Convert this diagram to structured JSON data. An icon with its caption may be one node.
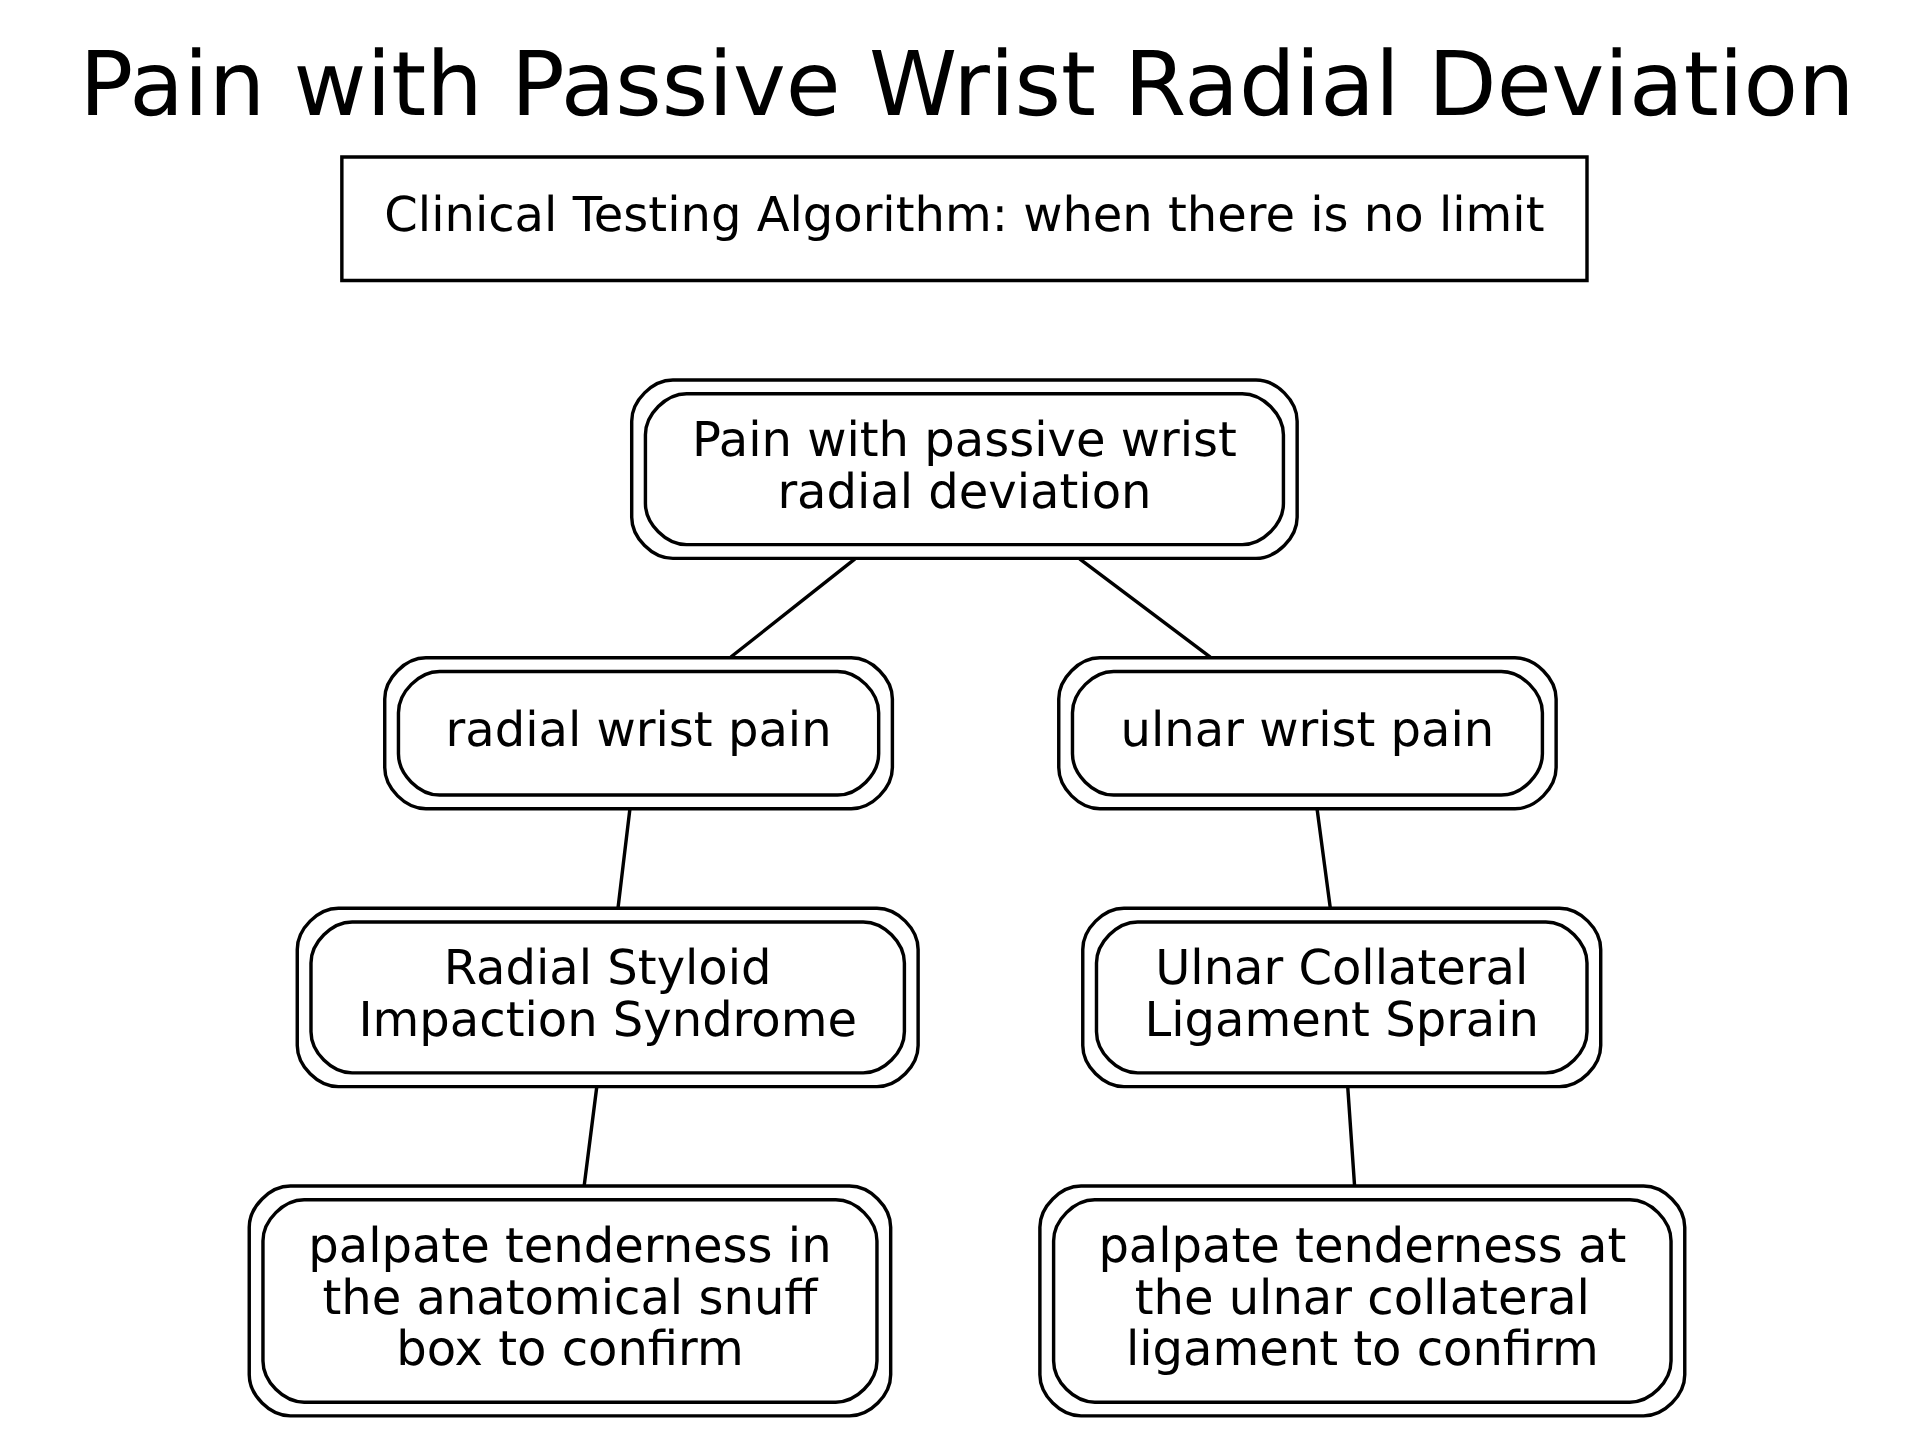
{
  "diagram": {
    "title": "Pain with Passive Wrist Radial Deviation",
    "nodes": [
      {
        "text": [
          "Clinical Testing Algorithm: when there is no limit"
        ]
      },
      {
        "text": [
          "Pain with passive wrist radial deviation"
        ]
      },
      {
        "text": [
          "radial wrist pain"
        ]
      },
      {
        "text": [
          "ulnar wrist pain"
        ]
      },
      {
        "text": [
          "Radial Styloid Impaction Syndrome"
        ]
      },
      {
        "text": [
          "Ulnar Collateral Ligament Sprain"
        ]
      },
      {
        "text": [
          "palpate tenderness in the anatomical snuff box to confirm"
        ]
      },
      {
        "text": [
          "palpate tenderness at the ulnar collateral ligament to confirm"
        ]
      }
    ],
    "edges": [
      {
        "from": 1,
        "to": 2,
        "arrow": "none"
      },
      {
        "from": 1,
        "to": 3,
        "arrow": "none"
      },
      {
        "from": 2,
        "to": 4,
        "arrow": "none"
      },
      {
        "from": 4,
        "to": 6,
        "arrow": "none"
      },
      {
        "from": 3,
        "to": 5,
        "arrow": "none"
      },
      {
        "from": 5,
        "to": 7,
        "arrow": "none"
      }
    ]
  }
}
